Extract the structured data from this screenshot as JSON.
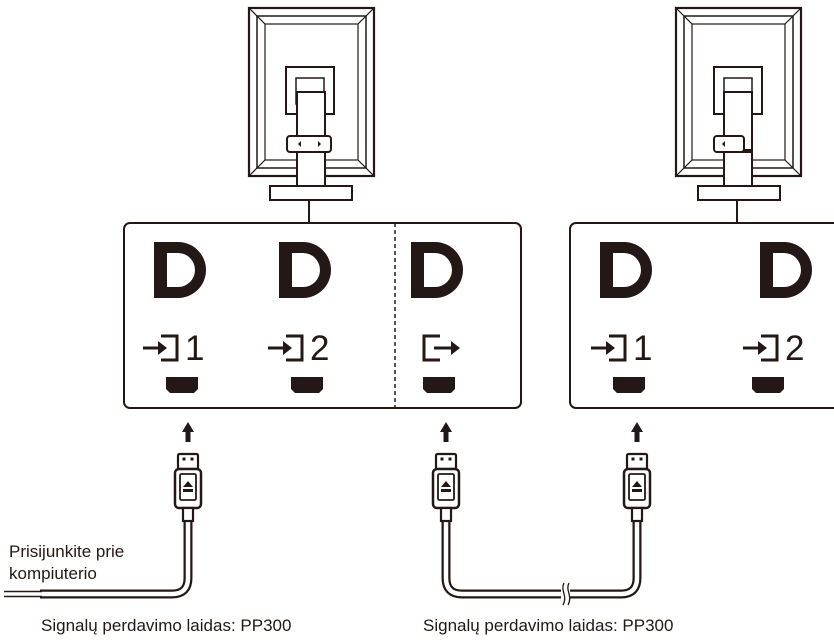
{
  "connect_label": {
    "line1": "Prisijunkite prie",
    "line2": "kompiuterio"
  },
  "cable_labels": [
    "Signalų perdavimo laidas: PP300",
    "Signalų perdavimo laidas: PP300"
  ],
  "monitor1": {
    "ports": [
      {
        "icon": "displayport-logo-icon",
        "direction": "input",
        "number": "1"
      },
      {
        "icon": "displayport-logo-icon",
        "direction": "input",
        "number": "2"
      },
      {
        "icon": "displayport-logo-icon",
        "direction": "output",
        "number": ""
      }
    ]
  },
  "monitor2": {
    "ports": [
      {
        "icon": "displayport-logo-icon",
        "direction": "input",
        "number": "1"
      },
      {
        "icon": "displayport-logo-icon",
        "direction": "input",
        "number": "2"
      }
    ]
  },
  "colors": {
    "line": "#231815",
    "fill": "#ffffff"
  }
}
